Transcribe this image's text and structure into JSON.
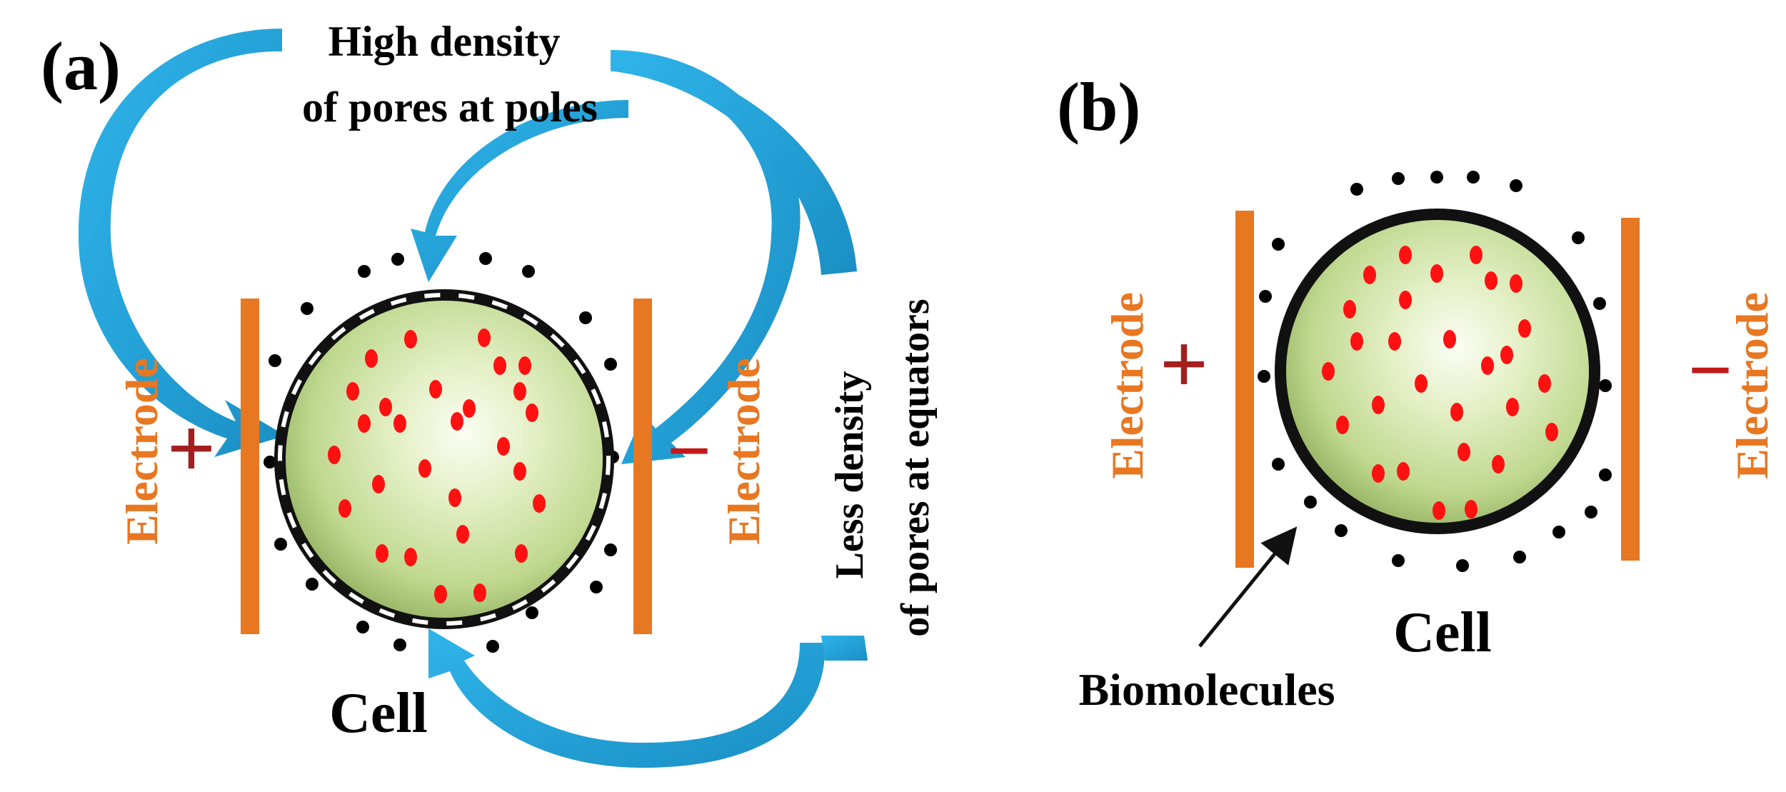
{
  "colors": {
    "electrode": "#e87722",
    "arrow": "#1aa3dc",
    "plus": "#a31f1f",
    "minus": "#c41818",
    "molecule": "#000000",
    "intracellular": "#ff1111",
    "pore": "#ffffff"
  },
  "panel_a": {
    "tag": "(a)",
    "top_line1": "High density",
    "top_line2": "of pores at poles",
    "right_line1": "Less density",
    "right_line2": "of pores at equators",
    "electrode_left": "Electrode",
    "electrode_right": "Electrode",
    "sign_left": "+",
    "sign_right": "−",
    "cell_label": "Cell"
  },
  "panel_b": {
    "tag": "(b)",
    "electrode_left": "Electrode",
    "electrode_right": "Electrode",
    "sign_left": "+",
    "sign_right": "−",
    "cell_label": "Cell",
    "pointer_label": "Biomolecules"
  }
}
